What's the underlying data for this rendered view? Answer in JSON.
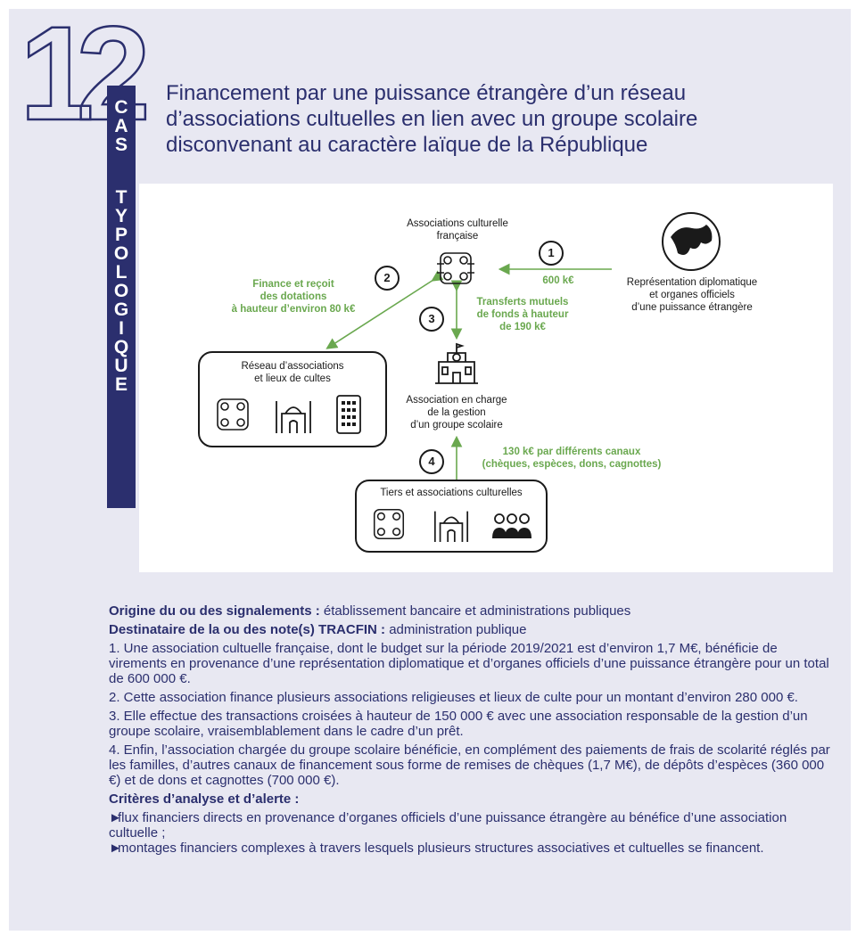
{
  "header": {
    "number": "12",
    "band_letters": [
      "C",
      "A",
      "S",
      "",
      "T",
      "Y",
      "P",
      "O",
      "L",
      "O",
      "G",
      "I",
      "Q",
      "U",
      "E"
    ],
    "title_line1": "Financement par une puissance étrangère d’un réseau",
    "title_line2": "d’associations cultuelles en lien avec un groupe scolaire",
    "title_line3": "disconvenant au caractère laïque de la République"
  },
  "diagram": {
    "assoc_cult_fr_l1": "Associations culturelle",
    "assoc_cult_fr_l2": "française",
    "rep_diplo_l1": "Représentation diplomatique",
    "rep_diplo_l2": "et organes officiels",
    "rep_diplo_l3": "d’une puissance étrangère",
    "step1": "1",
    "step2": "2",
    "step3": "3",
    "step4": "4",
    "flow1": "600 k€",
    "flow2_l1": "Finance et reçoit",
    "flow2_l2": "des dotations",
    "flow2_l3": "à hauteur d’environ 80 k€",
    "flow3_l1": "Transferts mutuels",
    "flow3_l2": "de fonds à hauteur",
    "flow3_l3": "de 190 k€",
    "reseau_l1": "Réseau d’associations",
    "reseau_l2": "et lieux de cultes",
    "scolaire_l1": "Association en charge",
    "scolaire_l2": "de la gestion",
    "scolaire_l3": "d’un groupe scolaire",
    "flow4_l1": "130 k€ par différents canaux",
    "flow4_l2": "(chèques, espèces, dons, cagnottes)",
    "tiers": "Tiers et associations culturelles",
    "colors": {
      "navy": "#2b2f6e",
      "green": "#6aa84f"
    }
  },
  "body": {
    "origine_label": "Origine du ou des signalements :",
    "origine_value": " établissement bancaire et administrations publiques",
    "dest_label": "Destinataire de la ou des note(s) TRACFIN :",
    "dest_value": " administration publique",
    "p1": "1. Une association cultuelle française, dont le budget sur la période 2019/2021 est d’environ 1,7 M€, bénéficie de virements en provenance d’une représentation diplomatique et d’organes officiels d’une puissance étrangère pour un total de 600 000 €.",
    "p2": "2. Cette association finance plusieurs associations religieuses et lieux de culte pour un montant d’environ 280 000 €.",
    "p3": "3. Elle effectue des transactions croisées à hauteur de 150 000 € avec une association responsable de la gestion d’un groupe scolaire, vraisemblablement dans le cadre d’un prêt.",
    "p4": "4. Enfin, l’association chargée du groupe scolaire bénéficie, en complément des paiements de frais de scolarité réglés par les familles, d’autres canaux de financement sous forme de remises de chèques (1,7 M€), de dépôts d’espèces (360 000 €) et de dons et cagnottes (700 000 €).",
    "criteres": "Critères d’analyse et d’alerte :",
    "b1": "flux financiers directs en provenance d’organes officiels d’une puissance étrangère au bénéfice d’une association cultuelle ;",
    "b2": "montages financiers complexes à travers lesquels plusieurs structures associatives et cultuelles se financent."
  }
}
